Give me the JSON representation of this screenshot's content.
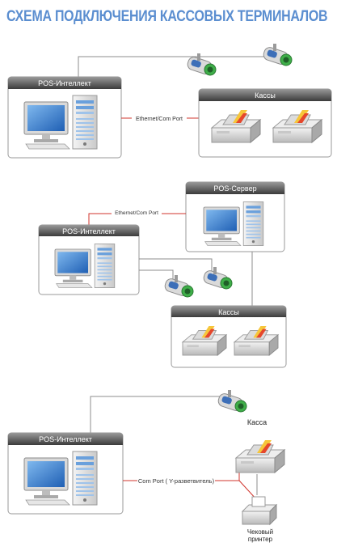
{
  "title": "СХЕМА ПОДКЛЮЧЕНИЯ КАССОВЫХ ТЕРМИНАЛОВ",
  "colors": {
    "title": "#5b8ed0",
    "header_gradient_top": "#8a8a8a",
    "header_gradient_bottom": "#3e3e3e",
    "link_red": "#d0342c",
    "line_gray": "#8c8c8c",
    "monitor_screen": "#3a7fd1",
    "camera_green": "#3fae49"
  },
  "section1": {
    "pos_box_label": "POS-Интеллект",
    "link_label": "Ethernet/Com Port",
    "kassy_label": "Кассы"
  },
  "section2": {
    "server_label": "POS-Сервер",
    "link_label": "Ethernet/Com Port",
    "pos_box_label": "POS-Интеллект",
    "kassy_label": "Кассы"
  },
  "section3": {
    "pos_box_label": "POS-Интеллект",
    "link_label": "Com Port ( Y-разветвитель)",
    "kassa_label": "Касса",
    "printer_label_line1": "Чековый",
    "printer_label_line2": "принтер"
  },
  "icons": [
    "computer-icon",
    "camera-icon",
    "cash-register-icon",
    "receipt-printer-icon"
  ]
}
